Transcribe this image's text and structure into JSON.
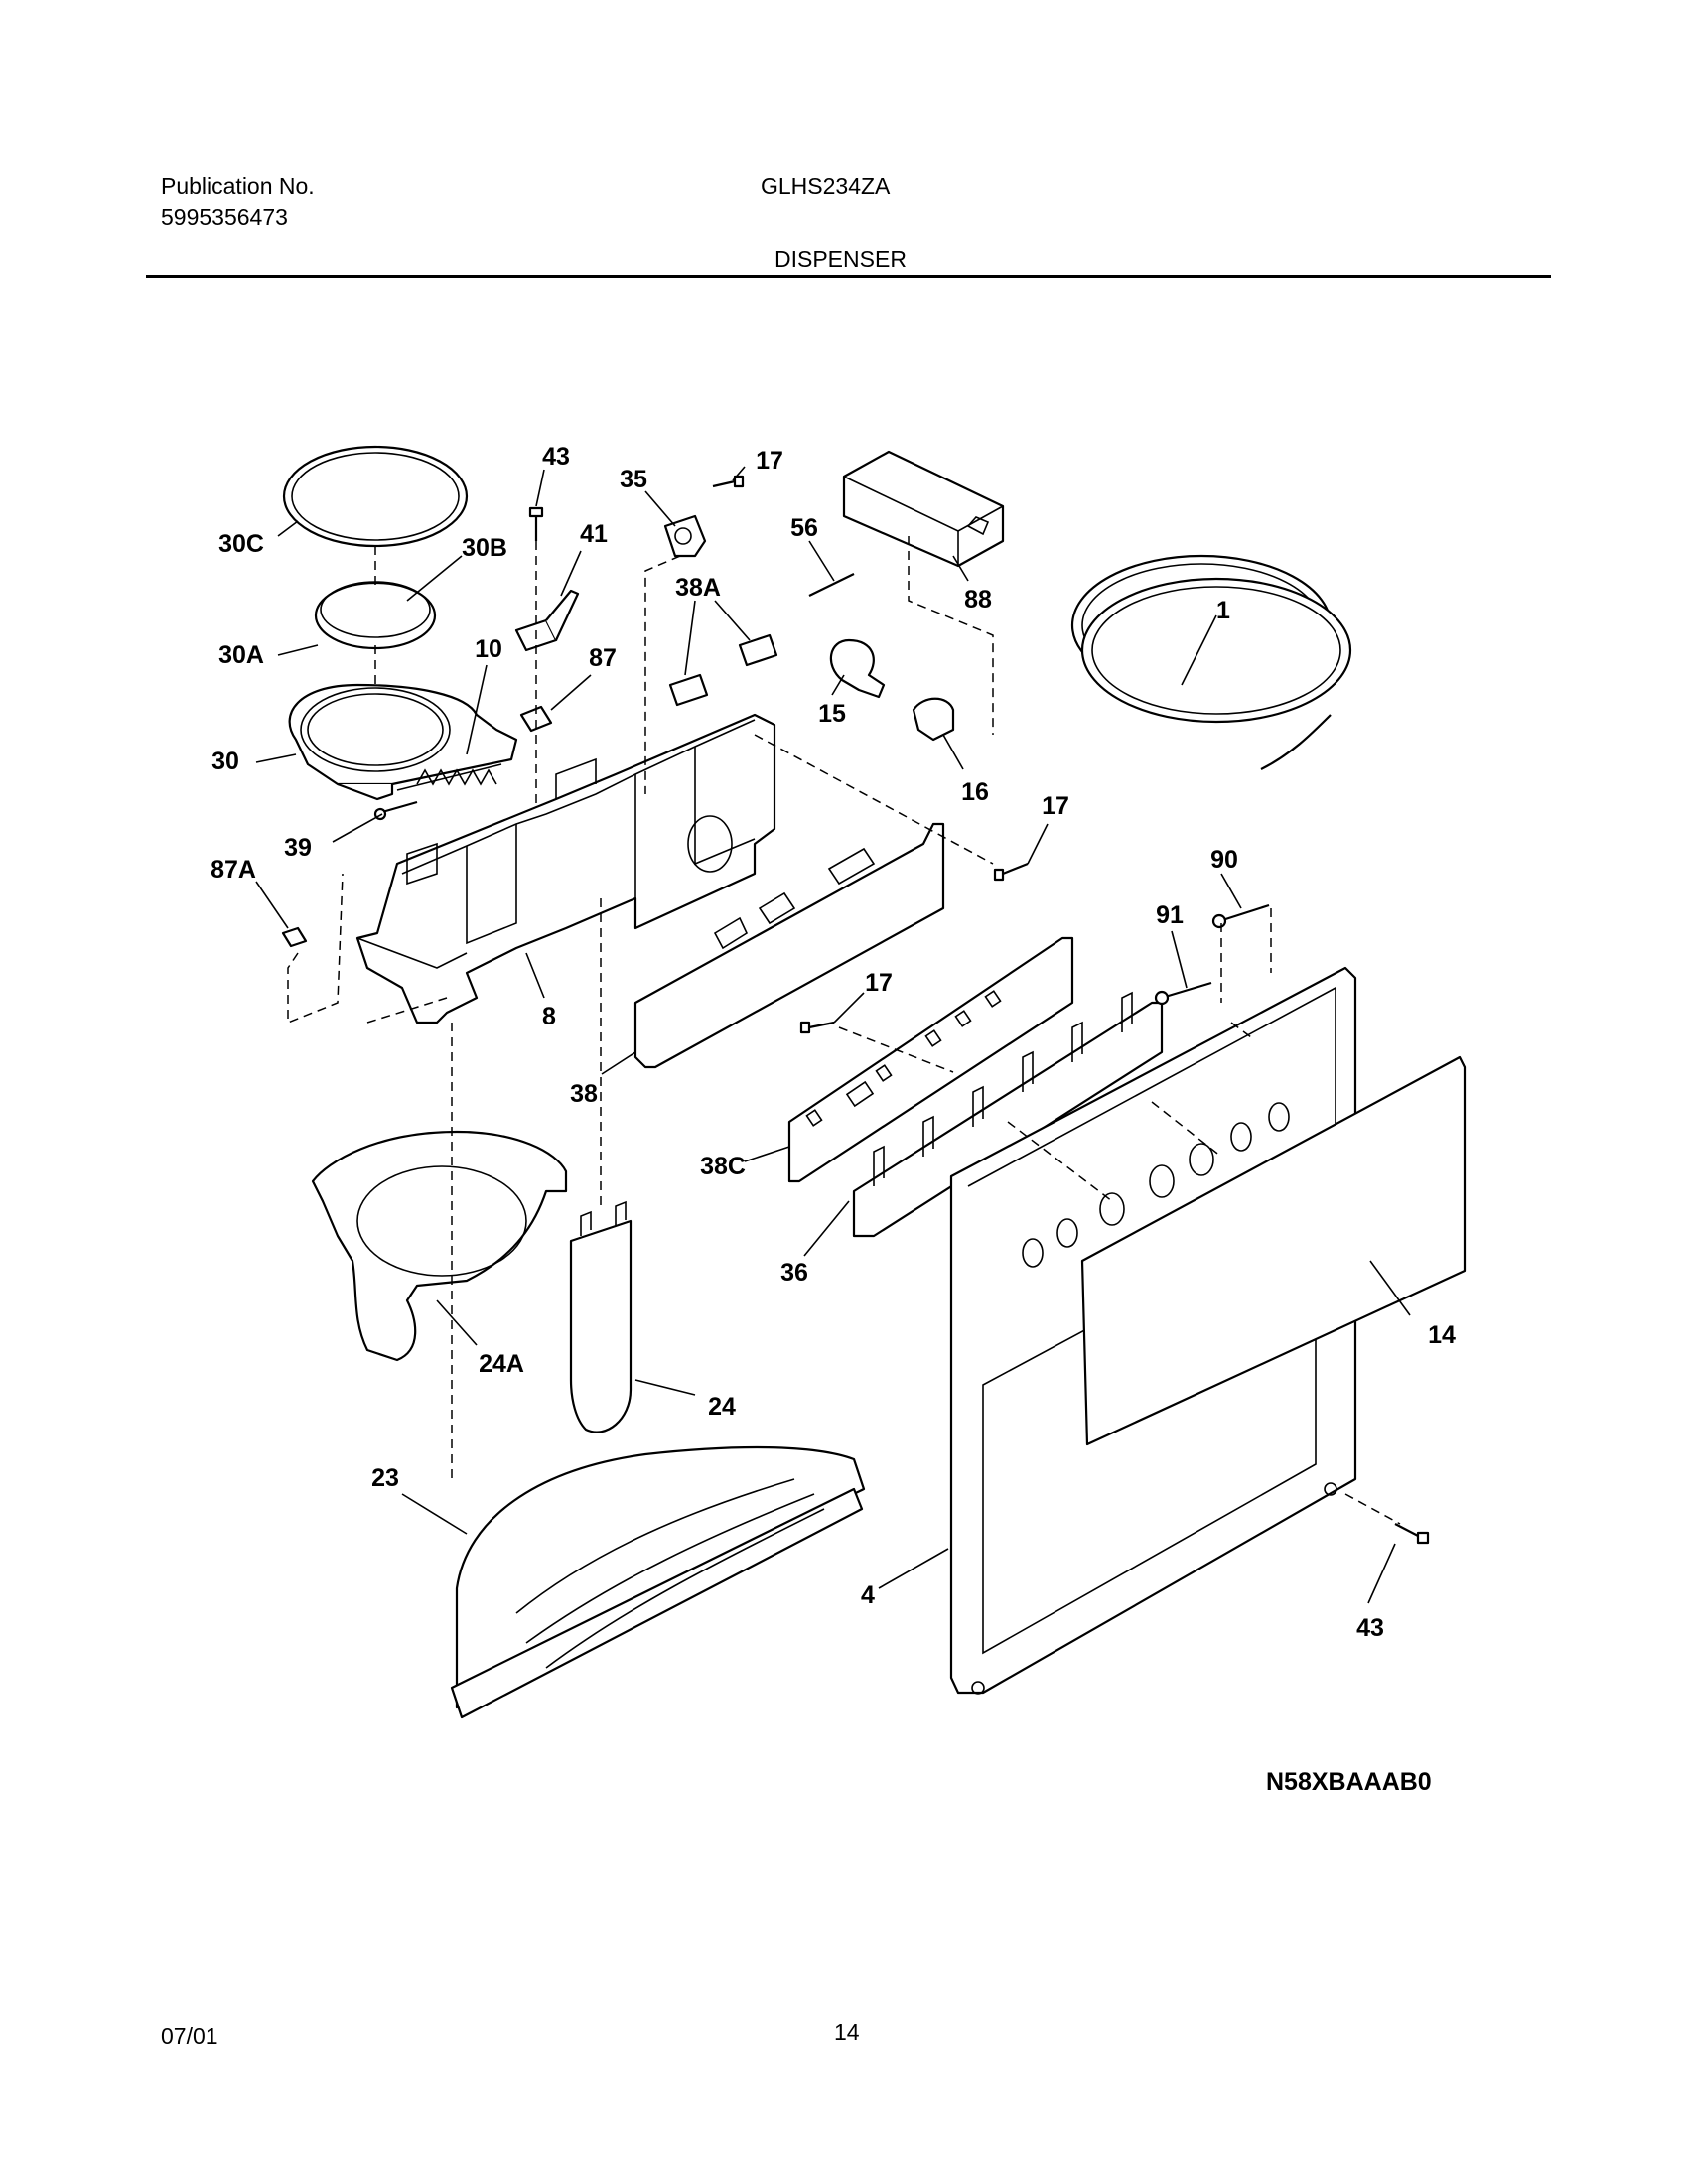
{
  "header": {
    "publication_label": "Publication No.",
    "publication_number": "5995356473",
    "model": "GLHS234ZA",
    "section": "DISPENSER"
  },
  "callouts": [
    {
      "id": "c-43a",
      "label": "43"
    },
    {
      "id": "c-17a",
      "label": "17"
    },
    {
      "id": "c-35",
      "label": "35"
    },
    {
      "id": "c-56",
      "label": "56"
    },
    {
      "id": "c-30c",
      "label": "30C"
    },
    {
      "id": "c-30b",
      "label": "30B"
    },
    {
      "id": "c-41",
      "label": "41"
    },
    {
      "id": "c-38a",
      "label": "38A"
    },
    {
      "id": "c-88",
      "label": "88"
    },
    {
      "id": "c-1",
      "label": "1"
    },
    {
      "id": "c-30a",
      "label": "30A"
    },
    {
      "id": "c-10",
      "label": "10"
    },
    {
      "id": "c-87",
      "label": "87"
    },
    {
      "id": "c-15",
      "label": "15"
    },
    {
      "id": "c-30",
      "label": "30"
    },
    {
      "id": "c-16",
      "label": "16"
    },
    {
      "id": "c-17b",
      "label": "17"
    },
    {
      "id": "c-39",
      "label": "39"
    },
    {
      "id": "c-87a",
      "label": "87A"
    },
    {
      "id": "c-90",
      "label": "90"
    },
    {
      "id": "c-91",
      "label": "91"
    },
    {
      "id": "c-17c",
      "label": "17"
    },
    {
      "id": "c-8",
      "label": "8"
    },
    {
      "id": "c-38",
      "label": "38"
    },
    {
      "id": "c-38c",
      "label": "38C"
    },
    {
      "id": "c-36",
      "label": "36"
    },
    {
      "id": "c-14",
      "label": "14"
    },
    {
      "id": "c-24a",
      "label": "24A"
    },
    {
      "id": "c-24",
      "label": "24"
    },
    {
      "id": "c-23",
      "label": "23"
    },
    {
      "id": "c-4",
      "label": "4"
    },
    {
      "id": "c-43b",
      "label": "43"
    }
  ],
  "diagram_code": "N58XBAAAB0",
  "footer": {
    "date": "07/01",
    "page": "14"
  }
}
